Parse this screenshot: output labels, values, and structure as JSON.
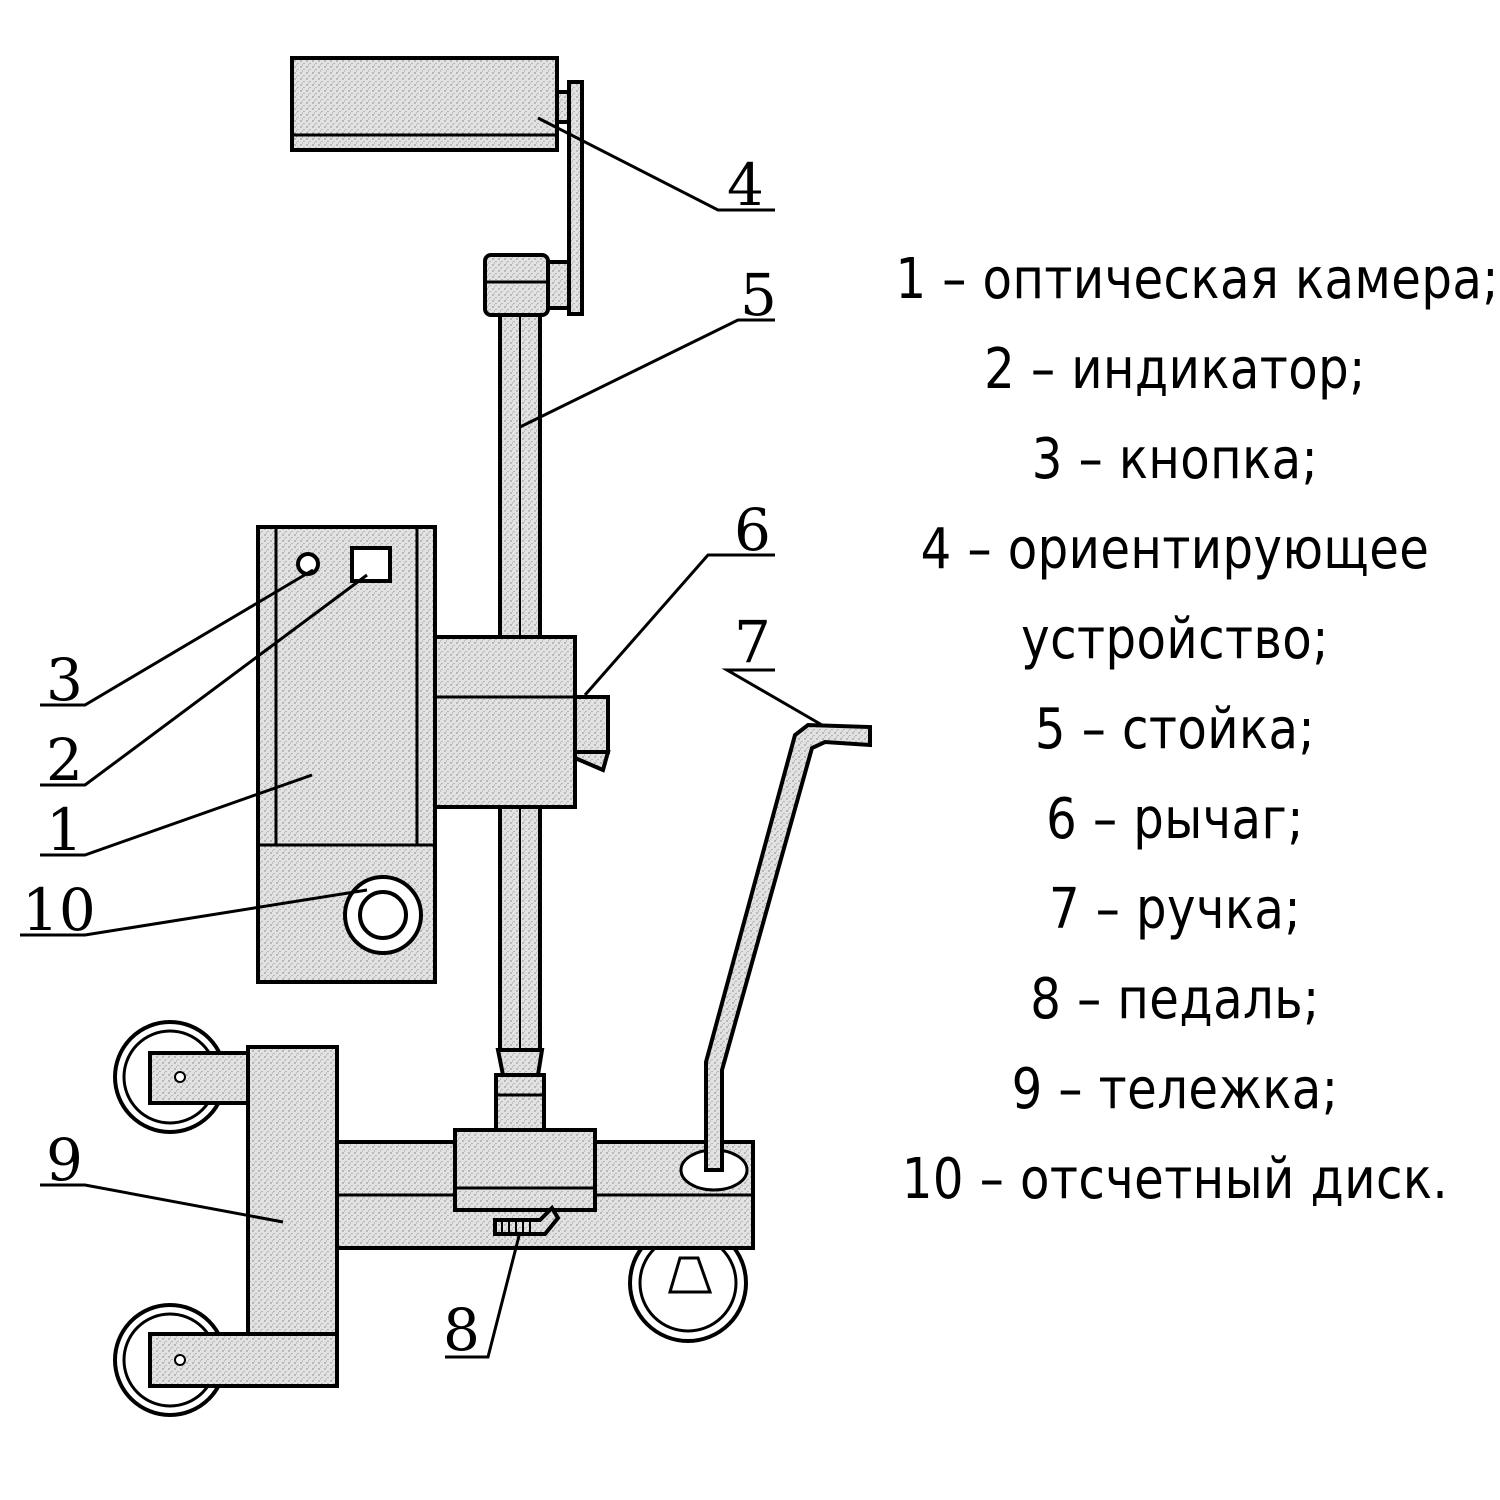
{
  "labels": {
    "n1": "1",
    "n2": "2",
    "n3": "3",
    "n4": "4",
    "n5": "5",
    "n6": "6",
    "n7": "7",
    "n8": "8",
    "n9": "9",
    "n10": "10"
  },
  "legend": [
    "1 – оптическая камера;",
    "2 – индикатор;",
    "3 – кнопка;",
    "4 –  ориентирующее",
    "устройство;",
    "5 – стойка;",
    "6 – рычаг;",
    "7 – ручка;",
    "8 – педаль;",
    "9 – тележка;",
    "10 – отсчетный диск."
  ]
}
